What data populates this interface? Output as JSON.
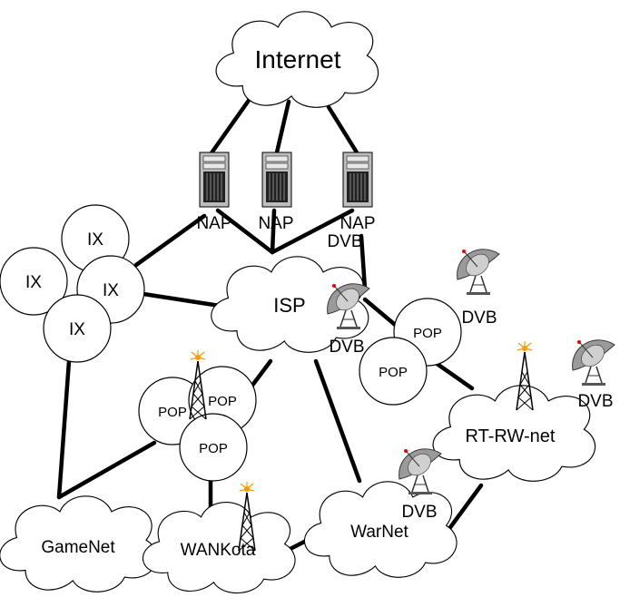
{
  "nodes": {
    "internet": "Internet",
    "nap1": "NAP",
    "nap2": "NAP",
    "nap3": "NAP",
    "isp": "ISP",
    "ix1": "IX",
    "ix2": "IX",
    "ix3": "IX",
    "ix4": "IX",
    "pop_isp_right_top": "POP",
    "pop_isp_right_bottom": "POP",
    "pop_left_a": "POP",
    "pop_left_b": "POP",
    "pop_left_c": "POP",
    "rtrwnet": "RT-RW-net",
    "gamenet": "GameNet",
    "wankota": "WANKota",
    "warnet": "WarNet"
  },
  "dvb_labels": {
    "nap3": "DVB",
    "isp": "DVB",
    "pop": "DVB",
    "right": "DVB",
    "warnet": "DVB"
  },
  "colors": {
    "line": "#000000",
    "server_body": "#bdbdbd",
    "dish": "#9a9a9a",
    "antenna_star": "#ff9900"
  },
  "icons": [
    "server-icon",
    "satellite-dish-icon",
    "radio-tower-icon"
  ]
}
